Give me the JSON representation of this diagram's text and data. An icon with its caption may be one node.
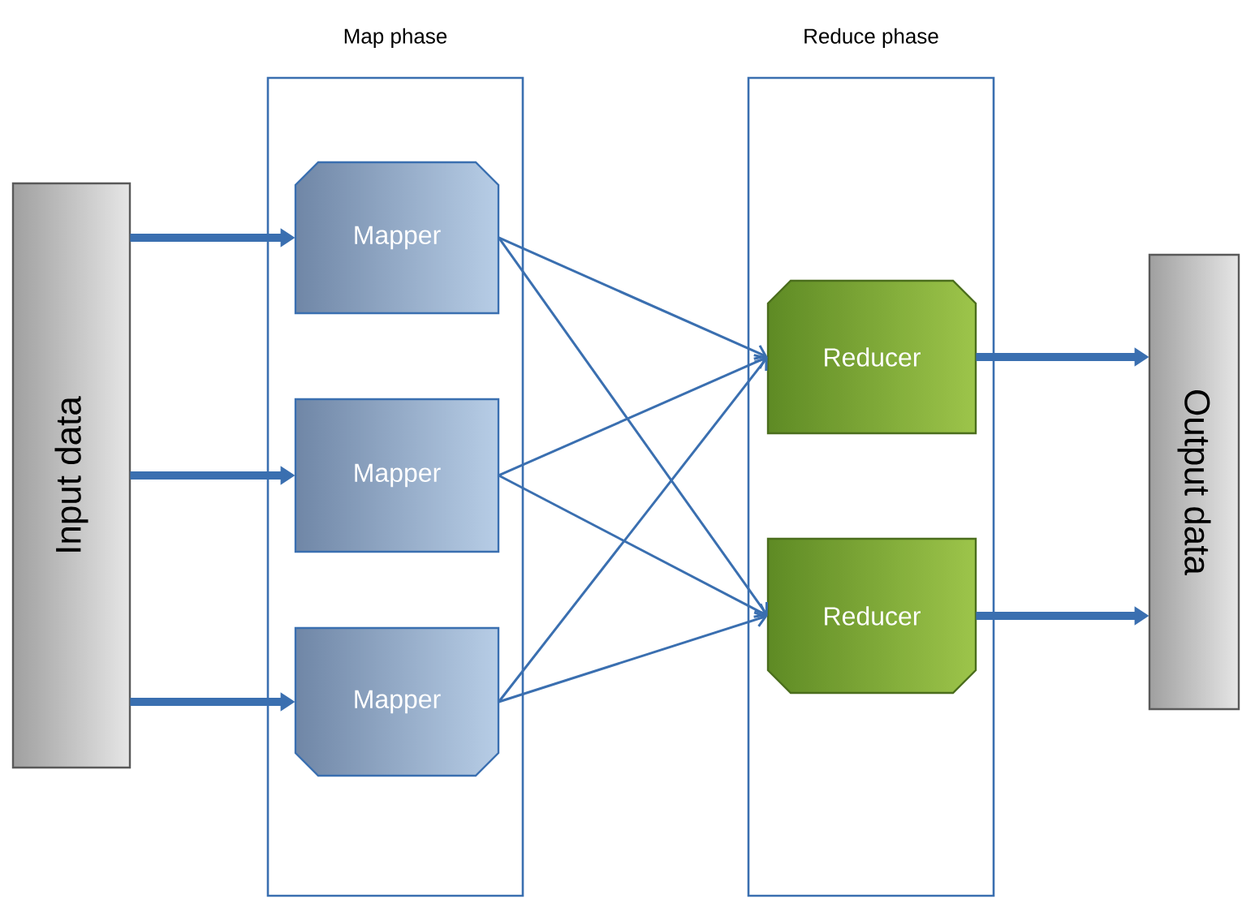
{
  "diagram": {
    "nodes": [
      {
        "text": [
          "Input data"
        ]
      },
      {
        "text": [
          "Map phase"
        ]
      },
      {
        "text": [
          "Mapper"
        ],
        "in": 1
      },
      {
        "text": [
          "Mapper"
        ],
        "in": 1
      },
      {
        "text": [
          "Mapper"
        ],
        "in": 1
      },
      {
        "text": [
          "Reduce phase"
        ]
      },
      {
        "text": [
          "Reducer"
        ],
        "in": 5
      },
      {
        "text": [
          "Reducer"
        ],
        "in": 5
      },
      {
        "text": [
          "Output data"
        ]
      }
    ],
    "edges": [
      {
        "from": 0,
        "to": 2,
        "arrow": "to",
        "style": "thick"
      },
      {
        "from": 0,
        "to": 3,
        "arrow": "to",
        "style": "thick"
      },
      {
        "from": 0,
        "to": 4,
        "arrow": "to",
        "style": "thick"
      },
      {
        "from": 2,
        "to": 6,
        "arrow": "to"
      },
      {
        "from": 2,
        "to": 7,
        "arrow": "to"
      },
      {
        "from": 3,
        "to": 6,
        "arrow": "to"
      },
      {
        "from": 3,
        "to": 7,
        "arrow": "to"
      },
      {
        "from": 4,
        "to": 6,
        "arrow": "to"
      },
      {
        "from": 4,
        "to": 7,
        "arrow": "to"
      },
      {
        "from": 6,
        "to": 8,
        "arrow": "to",
        "style": "thick"
      },
      {
        "from": 7,
        "to": 8,
        "arrow": "to",
        "style": "thick"
      }
    ]
  }
}
